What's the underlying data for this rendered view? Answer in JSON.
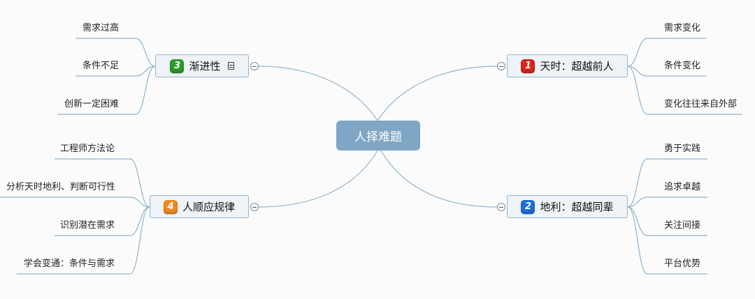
{
  "central": {
    "label": "人择难题"
  },
  "colors": {
    "central_fill": "#7fa6c4",
    "line": "#8fb3cc",
    "badge_1": "#d9261c",
    "badge_2": "#1d6fd6",
    "badge_3": "#2a9d2a",
    "badge_4": "#ef8a22"
  },
  "branches": {
    "b1": {
      "number": "1",
      "label": "天时：超越前人",
      "children": [
        "需求变化",
        "条件变化",
        "变化往往来自外部"
      ]
    },
    "b2": {
      "number": "2",
      "label": "地利：超越同辈",
      "children": [
        "勇于实践",
        "追求卓越",
        "关注间接",
        "平台优势"
      ]
    },
    "b3": {
      "number": "3",
      "label": "渐进性",
      "has_note": true,
      "children": [
        "需求过高",
        "条件不足",
        "创新一定困难"
      ]
    },
    "b4": {
      "number": "4",
      "label": "人顺应规律",
      "children": [
        "工程师方法论",
        "分析天时地利、判断可行性",
        "识别潜在需求",
        "学会变通：条件与需求"
      ]
    }
  }
}
